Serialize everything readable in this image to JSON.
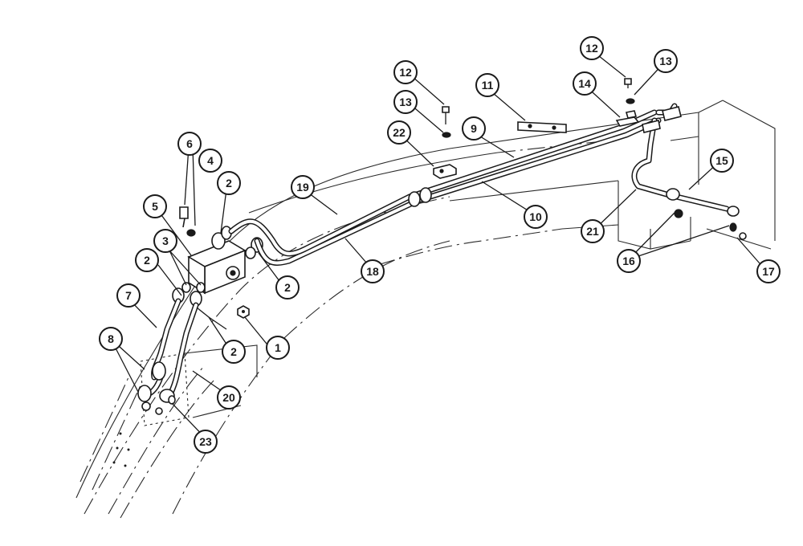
{
  "callouts": [
    {
      "id": "c1",
      "label": "1"
    },
    {
      "id": "c2a",
      "label": "2"
    },
    {
      "id": "c2b",
      "label": "2"
    },
    {
      "id": "c2c",
      "label": "2"
    },
    {
      "id": "c2d",
      "label": "2"
    },
    {
      "id": "c3",
      "label": "3"
    },
    {
      "id": "c4",
      "label": "4"
    },
    {
      "id": "c5",
      "label": "5"
    },
    {
      "id": "c6",
      "label": "6"
    },
    {
      "id": "c7",
      "label": "7"
    },
    {
      "id": "c8",
      "label": "8"
    },
    {
      "id": "c9",
      "label": "9"
    },
    {
      "id": "c10",
      "label": "10"
    },
    {
      "id": "c11",
      "label": "11"
    },
    {
      "id": "c12a",
      "label": "12"
    },
    {
      "id": "c12b",
      "label": "12"
    },
    {
      "id": "c13a",
      "label": "13"
    },
    {
      "id": "c13b",
      "label": "13"
    },
    {
      "id": "c14",
      "label": "14"
    },
    {
      "id": "c15",
      "label": "15"
    },
    {
      "id": "c16",
      "label": "16"
    },
    {
      "id": "c17",
      "label": "17"
    },
    {
      "id": "c18",
      "label": "18"
    },
    {
      "id": "c19",
      "label": "19"
    },
    {
      "id": "c20",
      "label": "20"
    },
    {
      "id": "c21",
      "label": "21"
    },
    {
      "id": "c22",
      "label": "22"
    },
    {
      "id": "c23",
      "label": "23"
    }
  ]
}
